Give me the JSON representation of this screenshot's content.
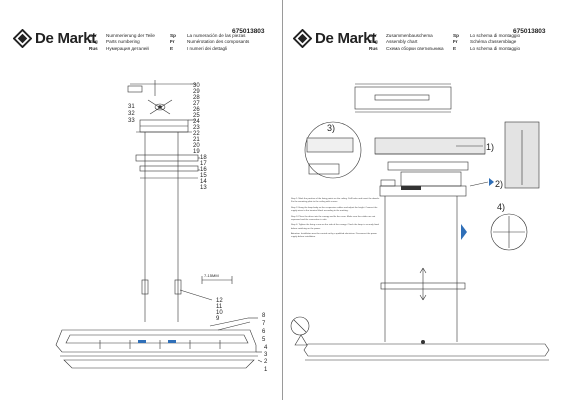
{
  "brand": {
    "name": "De Markt"
  },
  "left_page": {
    "code": "675013803",
    "legend": [
      {
        "lang": "Ger",
        "text": "Nummerierung der Teile"
      },
      {
        "lang": "Eng",
        "text": "Parts numbering"
      },
      {
        "lang": "Rus",
        "text": "Нумерация деталей"
      },
      {
        "lang": "Sp",
        "text": "La numeración de las piezas"
      },
      {
        "lang": "Fr",
        "text": "Numérotation des composants"
      },
      {
        "lang": "It",
        "text": "I numeri dei dettagli"
      }
    ],
    "part_numbers": [
      "30",
      "29",
      "28",
      "27",
      "26",
      "25",
      "24",
      "23",
      "22",
      "21",
      "20",
      "19",
      "31",
      "32",
      "33",
      "18",
      "17",
      "16",
      "15",
      "14",
      "13",
      "12",
      "11",
      "10",
      "9",
      "8",
      "7",
      "6",
      "5",
      "4",
      "3",
      "2",
      "1"
    ],
    "dimension_label": "7-15MM"
  },
  "right_page": {
    "code": "675013803",
    "legend": [
      {
        "lang": "Ger",
        "text": "Zusammenbauschema"
      },
      {
        "lang": "Eng",
        "text": "Assembly chart"
      },
      {
        "lang": "Rus",
        "text": "Схема сборки светильника"
      },
      {
        "lang": "Sp",
        "text": "Lo schema di montaggio"
      },
      {
        "lang": "Fr",
        "text": "Schéma d'assemblage"
      },
      {
        "lang": "It",
        "text": "Lo schema di montaggio"
      }
    ],
    "steps": [
      "1)",
      "2)",
      "3)",
      "4)"
    ],
    "instructions": [
      "Step 1: Mark the position of the fixing points on the ceiling. Drill holes and insert the dowels. Fix the mounting plate to the ceiling with screws.",
      "Step 2: Hang the lamp body on the suspension cables and adjust the height. Connect the supply wires to the terminal block according to the marking.",
      "Step 3: Place the driver into the canopy and fix the cover. Make sure the cables are not squeezed and the connection is safe.",
      "Step 4: Tighten the fixing screw on the side of the canopy. Check the lamp is securely fixed before switching on the power.",
      "Attention: Installation must be carried out by a qualified electrician. Disconnect the power supply before installation."
    ]
  },
  "colors": {
    "ink": "#1e1e1e",
    "line": "#333333",
    "blue": "#2f6fb8",
    "gray": "#bcbcbc"
  }
}
